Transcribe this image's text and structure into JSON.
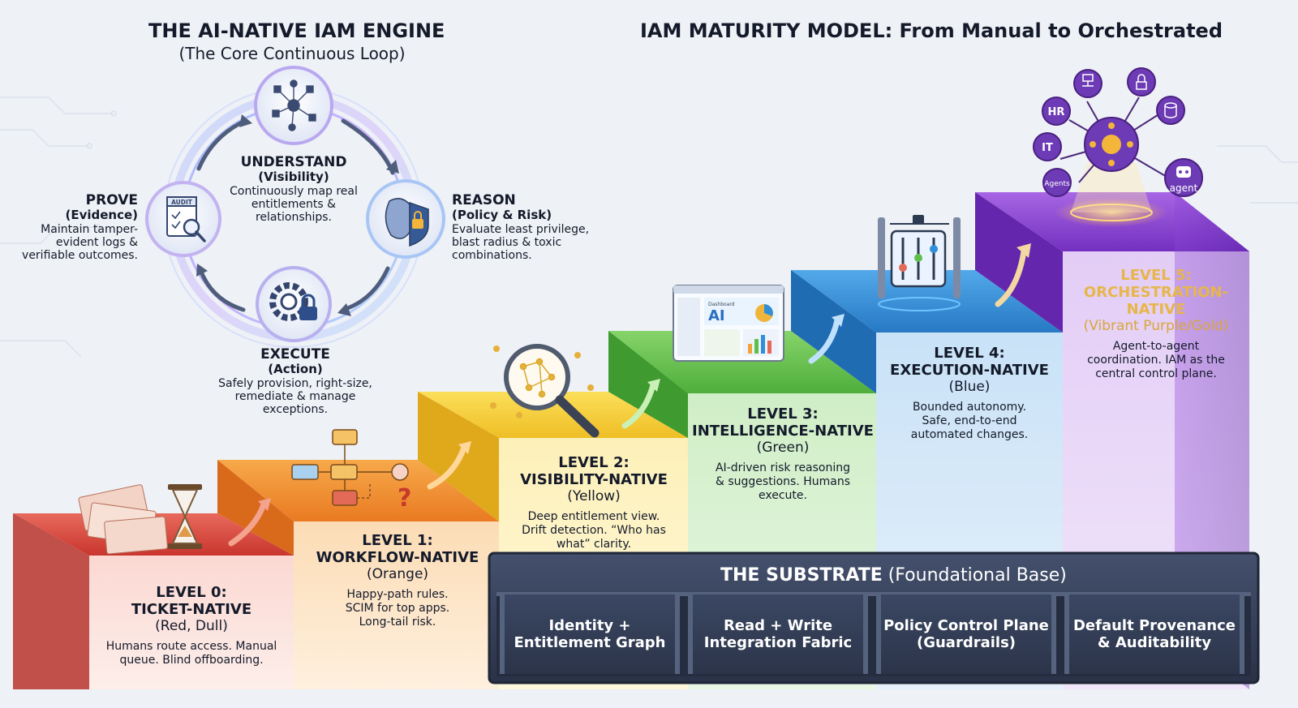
{
  "engine": {
    "title": "THE AI-NATIVE IAM ENGINE",
    "subtitle": "(The Core Continuous Loop)",
    "nodes": {
      "understand": {
        "title": "UNDERSTAND",
        "paren": "(Visibility)",
        "desc": "Continuously map real entitlements & relationships."
      },
      "reason": {
        "title": "REASON",
        "paren": "(Policy & Risk)",
        "desc": "Evaluate least privilege, blast radius & toxic combinations."
      },
      "execute": {
        "title": "EXECUTE",
        "paren": "(Action)",
        "desc": "Safely provision, right-size, remediate & manage exceptions."
      },
      "prove": {
        "title": "PROVE",
        "paren": "(Evidence)",
        "desc": "Maintain tamper-evident logs & verifiable outcomes."
      }
    },
    "audit_label": "AUDIT"
  },
  "maturity": {
    "title": "IAM MATURITY MODEL: From Manual to Orchestrated",
    "levels": [
      {
        "num": "LEVEL 0:",
        "name": "TICKET-NATIVE",
        "color_label": "(Red, Dull)",
        "desc": "Humans route access. Manual queue. Blind offboarding.",
        "color": "#d9483f"
      },
      {
        "num": "LEVEL 1:",
        "name": "WORKFLOW-NATIVE",
        "color_label": "(Orange)",
        "desc": "Happy-path rules. SCIM for top apps. Long-tail risk.",
        "color": "#ef8a2a"
      },
      {
        "num": "LEVEL 2:",
        "name": "VISIBILITY-NATIVE",
        "color_label": "(Yellow)",
        "desc": "Deep entitlement view. Drift detection. “Who has what” clarity.",
        "color": "#f2c531"
      },
      {
        "num": "LEVEL 3:",
        "name": "INTELLIGENCE-NATIVE",
        "color_label": "(Green)",
        "desc": "AI-driven risk reasoning & suggestions. Humans execute.",
        "color": "#5fbf4a"
      },
      {
        "num": "LEVEL 4:",
        "name": "EXECUTION-NATIVE",
        "color_label": "(Blue)",
        "desc": "Bounded autonomy. Safe, end-to-end automated changes.",
        "color": "#2f8fd8"
      },
      {
        "num": "LEVEL 5:",
        "name": "ORCHESTRATION-NATIVE",
        "color_label": "(Vibrant Purple/Gold)",
        "desc": "Agent-to-agent coordination. IAM as the central control plane.",
        "color": "#8a3fd1"
      }
    ],
    "icons": {
      "dashboard_title": "Dashboard",
      "dashboard_ai": "AI",
      "orbit_labels": [
        "HR",
        "IT",
        "Agents",
        "agent"
      ]
    }
  },
  "substrate": {
    "title_bold": "THE SUBSTRATE",
    "title_rest": " (Foundational Base)",
    "pillars": [
      "Identity + Entitlement Graph",
      "Read + Write Integration Fabric",
      "Policy Control Plane (Guardrails)",
      "Default Provenance & Auditability"
    ]
  },
  "colors": {
    "navy": "#2f3b56",
    "gold": "#f3b53a",
    "purple_text": "#e6b64a"
  }
}
